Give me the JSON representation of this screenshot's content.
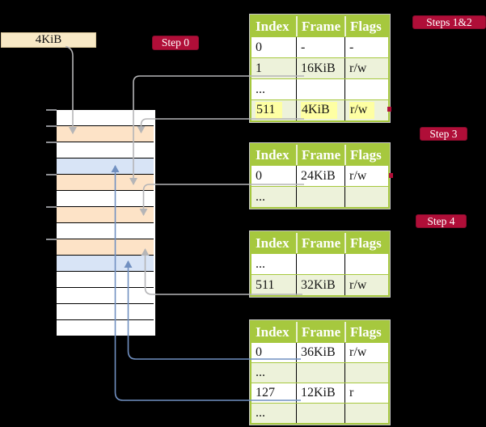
{
  "colors": {
    "background": "#000000",
    "badge_crimson": "#b00e38",
    "table_header_green": "#a6c83e",
    "row_light_green": "#edf2da",
    "highlight_yellow": "#feffa3",
    "strip_orange": "#fde3c7",
    "strip_blue": "#d8e4f6",
    "legend_beige": "#f8e9c6",
    "gray_line": "#b5b5b7",
    "blue_line": "#7190c1"
  },
  "legend": {
    "label": "4KiB"
  },
  "badges": {
    "step0": "Step 0",
    "steps12": "Steps 1&2",
    "step3": "Step 3",
    "step4": "Step 4"
  },
  "headers": {
    "index": "Index",
    "frame": "Frame",
    "flags": "Flags"
  },
  "tables": {
    "t1": {
      "rows": [
        {
          "index": "0",
          "frame": "-",
          "flags": "-"
        },
        {
          "index": "1",
          "frame": "16KiB",
          "flags": "r/w"
        },
        {
          "index": "...",
          "frame": "",
          "flags": ""
        },
        {
          "index": "511",
          "frame": "4KiB",
          "flags": "r/w"
        }
      ]
    },
    "t2": {
      "rows": [
        {
          "index": "0",
          "frame": "24KiB",
          "flags": "r/w"
        },
        {
          "index": "...",
          "frame": "",
          "flags": ""
        }
      ]
    },
    "t3": {
      "rows": [
        {
          "index": "...",
          "frame": "",
          "flags": ""
        },
        {
          "index": "511",
          "frame": "32KiB",
          "flags": "r/w"
        }
      ]
    },
    "t4": {
      "rows": [
        {
          "index": "0",
          "frame": "36KiB",
          "flags": "r/w"
        },
        {
          "index": "...",
          "frame": "",
          "flags": ""
        },
        {
          "index": "127",
          "frame": "12KiB",
          "flags": "r"
        },
        {
          "index": "...",
          "frame": "",
          "flags": ""
        }
      ]
    }
  },
  "memory_strip": {
    "row_colors": [
      "white",
      "orange",
      "white",
      "blue",
      "orange",
      "white",
      "orange",
      "white",
      "orange",
      "blue",
      "white",
      "white",
      "white",
      "white"
    ],
    "tick_tops": [
      135,
      155,
      175,
      215,
      255,
      295
    ]
  },
  "connectors": [
    {
      "from": "4KiB legend box",
      "to": "orange frame row 2",
      "color": "gray"
    },
    {
      "from": "table1 index 1 / 16KiB",
      "to": "orange frame row 5",
      "color": "gray"
    },
    {
      "from": "table1 index 511 / 4KiB",
      "to": "orange frame row 2",
      "color": "gray"
    },
    {
      "from": "table2 index 0 / 24KiB",
      "to": "orange frame row 7",
      "color": "gray"
    },
    {
      "from": "table3 index 511 / 32KiB",
      "to": "orange frame row 9",
      "color": "gray"
    },
    {
      "from": "table4 index 0 / 36KiB",
      "to": "blue frame row 10",
      "color": "blue"
    },
    {
      "from": "table4 index 127 / 12KiB",
      "to": "blue frame row 4",
      "color": "blue"
    }
  ]
}
